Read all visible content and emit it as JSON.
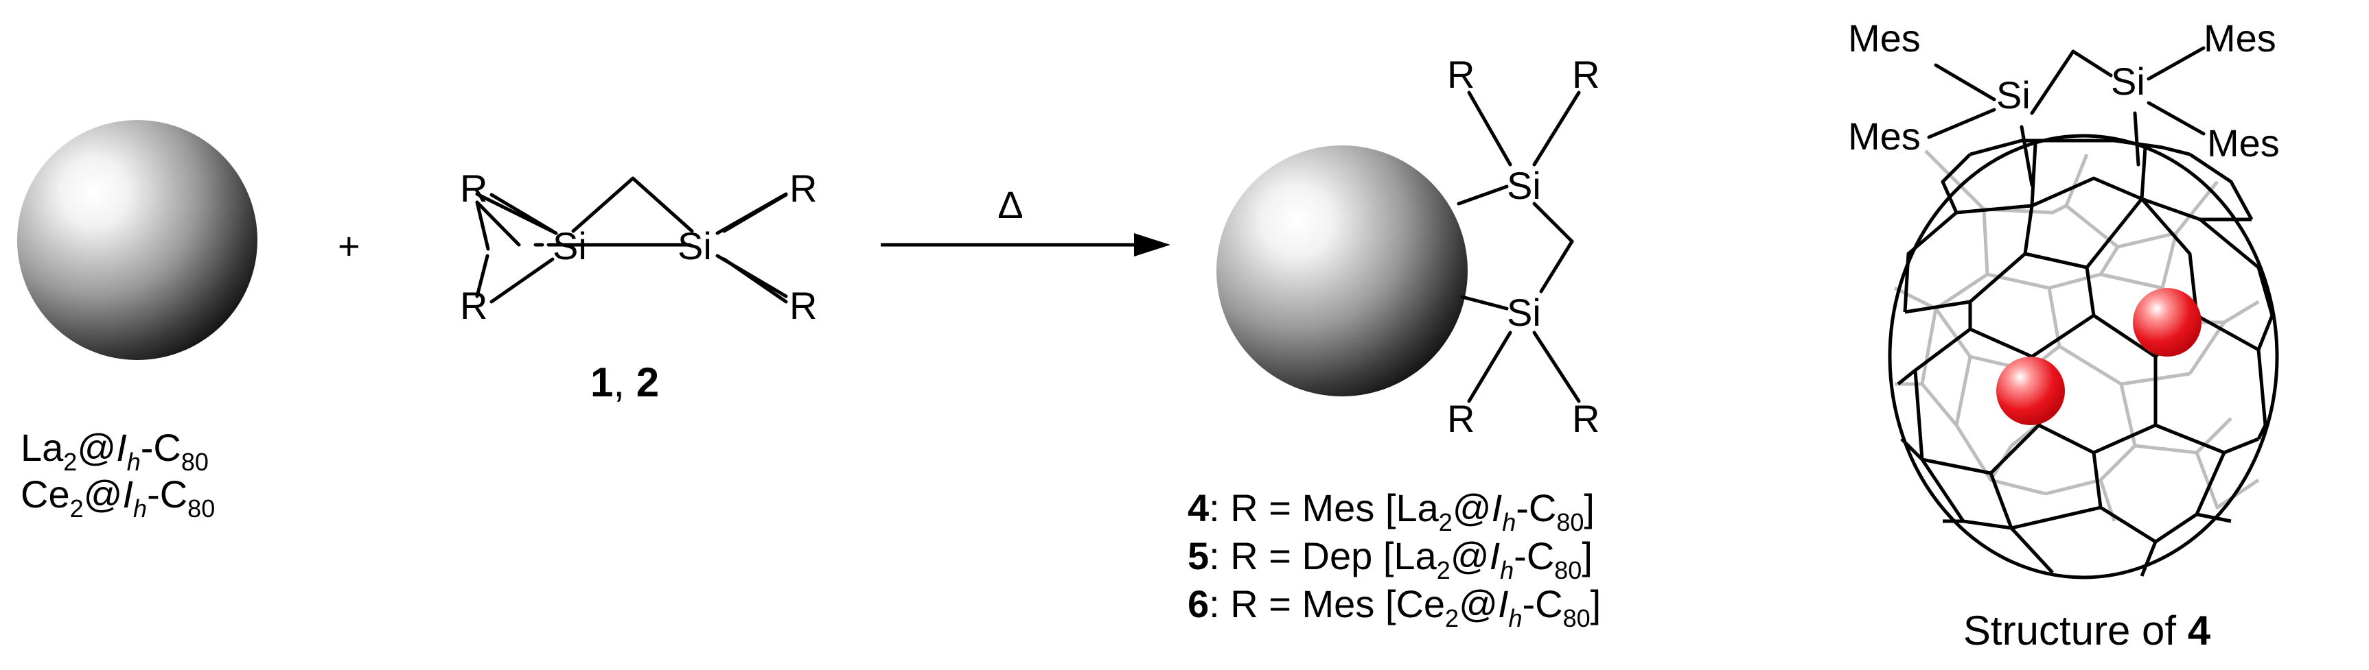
{
  "reactant_labels": {
    "line1": {
      "pre": "La",
      "sub1": "2",
      "mid": "@",
      "ital": "I",
      "isub": "h",
      "post": "-C",
      "sub2": "80"
    },
    "line2": {
      "pre": "Ce",
      "sub1": "2",
      "mid": "@",
      "ital": "I",
      "isub": "h",
      "post": "-C",
      "sub2": "80"
    }
  },
  "plus": "+",
  "silane": {
    "r_label": "R",
    "si_label": "Si",
    "compound_a": "1",
    "separator": ", ",
    "compound_b": "2"
  },
  "arrow_label": "Δ",
  "product": {
    "r_label": "R",
    "si_label": "Si",
    "entries": [
      {
        "num": "4",
        "text": ": R = Mes [",
        "pre": "La",
        "sub1": "2",
        "mid": "@",
        "ital": "I",
        "isub": "h",
        "post": "-C",
        "sub2": "80",
        "close": "]"
      },
      {
        "num": "5",
        "text": ": R = Dep [",
        "pre": "La",
        "sub1": "2",
        "mid": "@",
        "ital": "I",
        "isub": "h",
        "post": "-C",
        "sub2": "80",
        "close": "]"
      },
      {
        "num": "6",
        "text": ": R = Mes [",
        "pre": "Ce",
        "sub1": "2",
        "mid": "@",
        "ital": "I",
        "isub": "h",
        "post": "-C",
        "sub2": "80",
        "close": "]"
      }
    ]
  },
  "structure": {
    "substituent": "Mes",
    "si_label": "Si",
    "caption_pre": "Structure of ",
    "caption_num": "4"
  },
  "colors": {
    "metal_atom": "#e8141c",
    "cage_front": "#000000",
    "cage_back": "#bdbdbd"
  }
}
